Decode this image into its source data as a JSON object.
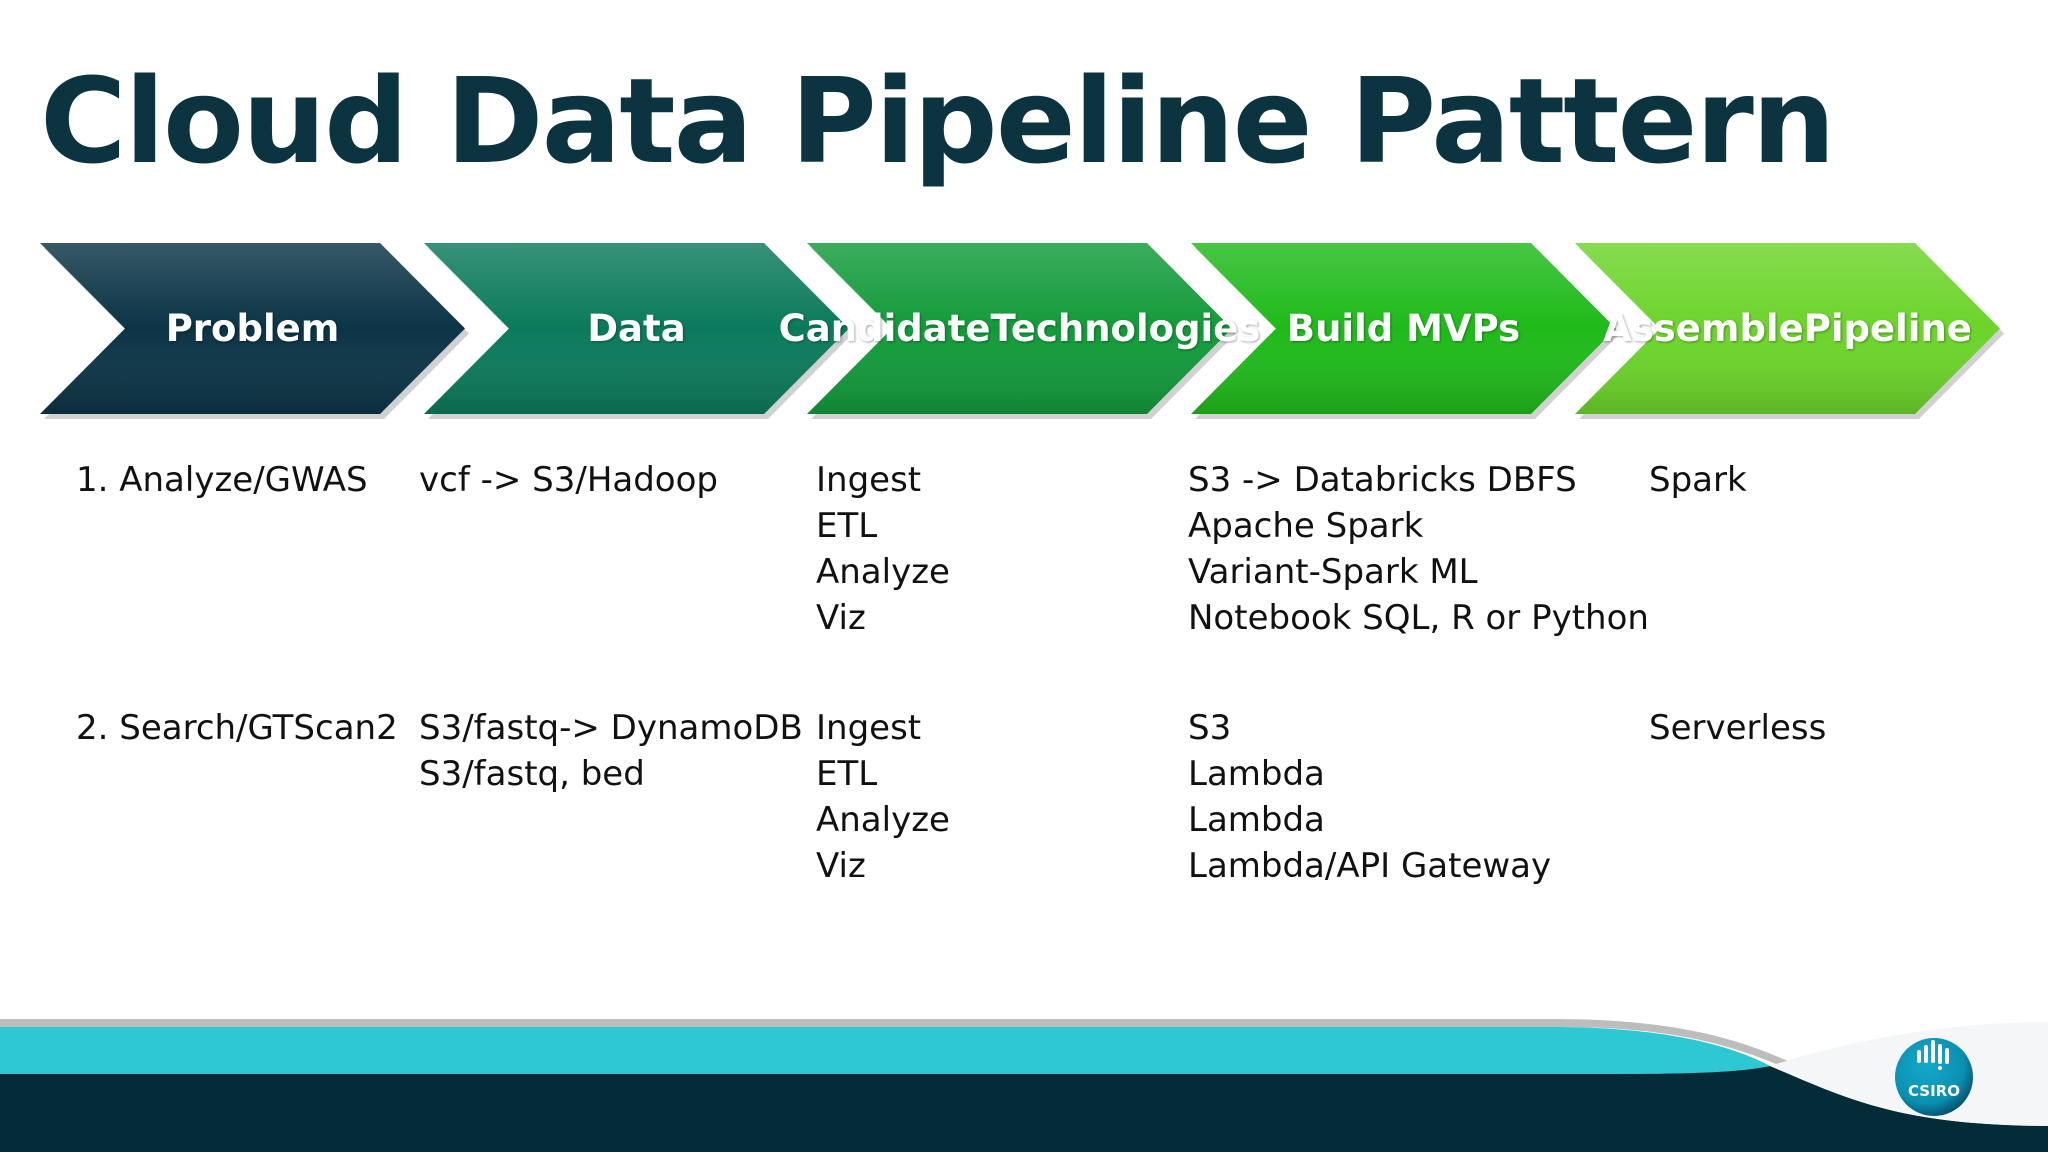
{
  "title": "Cloud Data Pipeline Pattern",
  "stages": [
    {
      "label": [
        "Problem"
      ],
      "color": "#0b3446"
    },
    {
      "label": [
        "Data"
      ],
      "color": "#0b7a5c"
    },
    {
      "label": [
        "Candidate",
        "Technologies"
      ],
      "color": "#129a3a"
    },
    {
      "label": [
        "Build MVPs"
      ],
      "color": "#1fba1a"
    },
    {
      "label": [
        "Assemble",
        "Pipeline"
      ],
      "color": "#6cd42a"
    }
  ],
  "rows": [
    {
      "problem": [
        "1. Analyze/GWAS"
      ],
      "data": [
        "vcf -> S3/Hadoop"
      ],
      "candidates": [
        "Ingest",
        "ETL",
        "Analyze",
        "Viz"
      ],
      "mvps": [
        "S3 -> Databricks DBFS",
        "Apache Spark",
        "Variant-Spark ML",
        "Notebook SQL, R or Python"
      ],
      "pipeline": [
        "Spark"
      ]
    },
    {
      "problem": [
        "2. Search/GTScan2"
      ],
      "data": [
        "S3/fastq-> DynamoDB",
        "S3/fastq, bed"
      ],
      "candidates": [
        "Ingest",
        "ETL",
        "Analyze",
        "Viz"
      ],
      "mvps": [
        "S3",
        "Lambda",
        "Lambda",
        "Lambda/API Gateway"
      ],
      "pipeline": [
        "Serverless"
      ]
    }
  ],
  "footer": {
    "logo_text": "CSIRO",
    "teal": "#2ec8d4",
    "navy": "#032c38",
    "logo_color": "#0a8fb0"
  }
}
